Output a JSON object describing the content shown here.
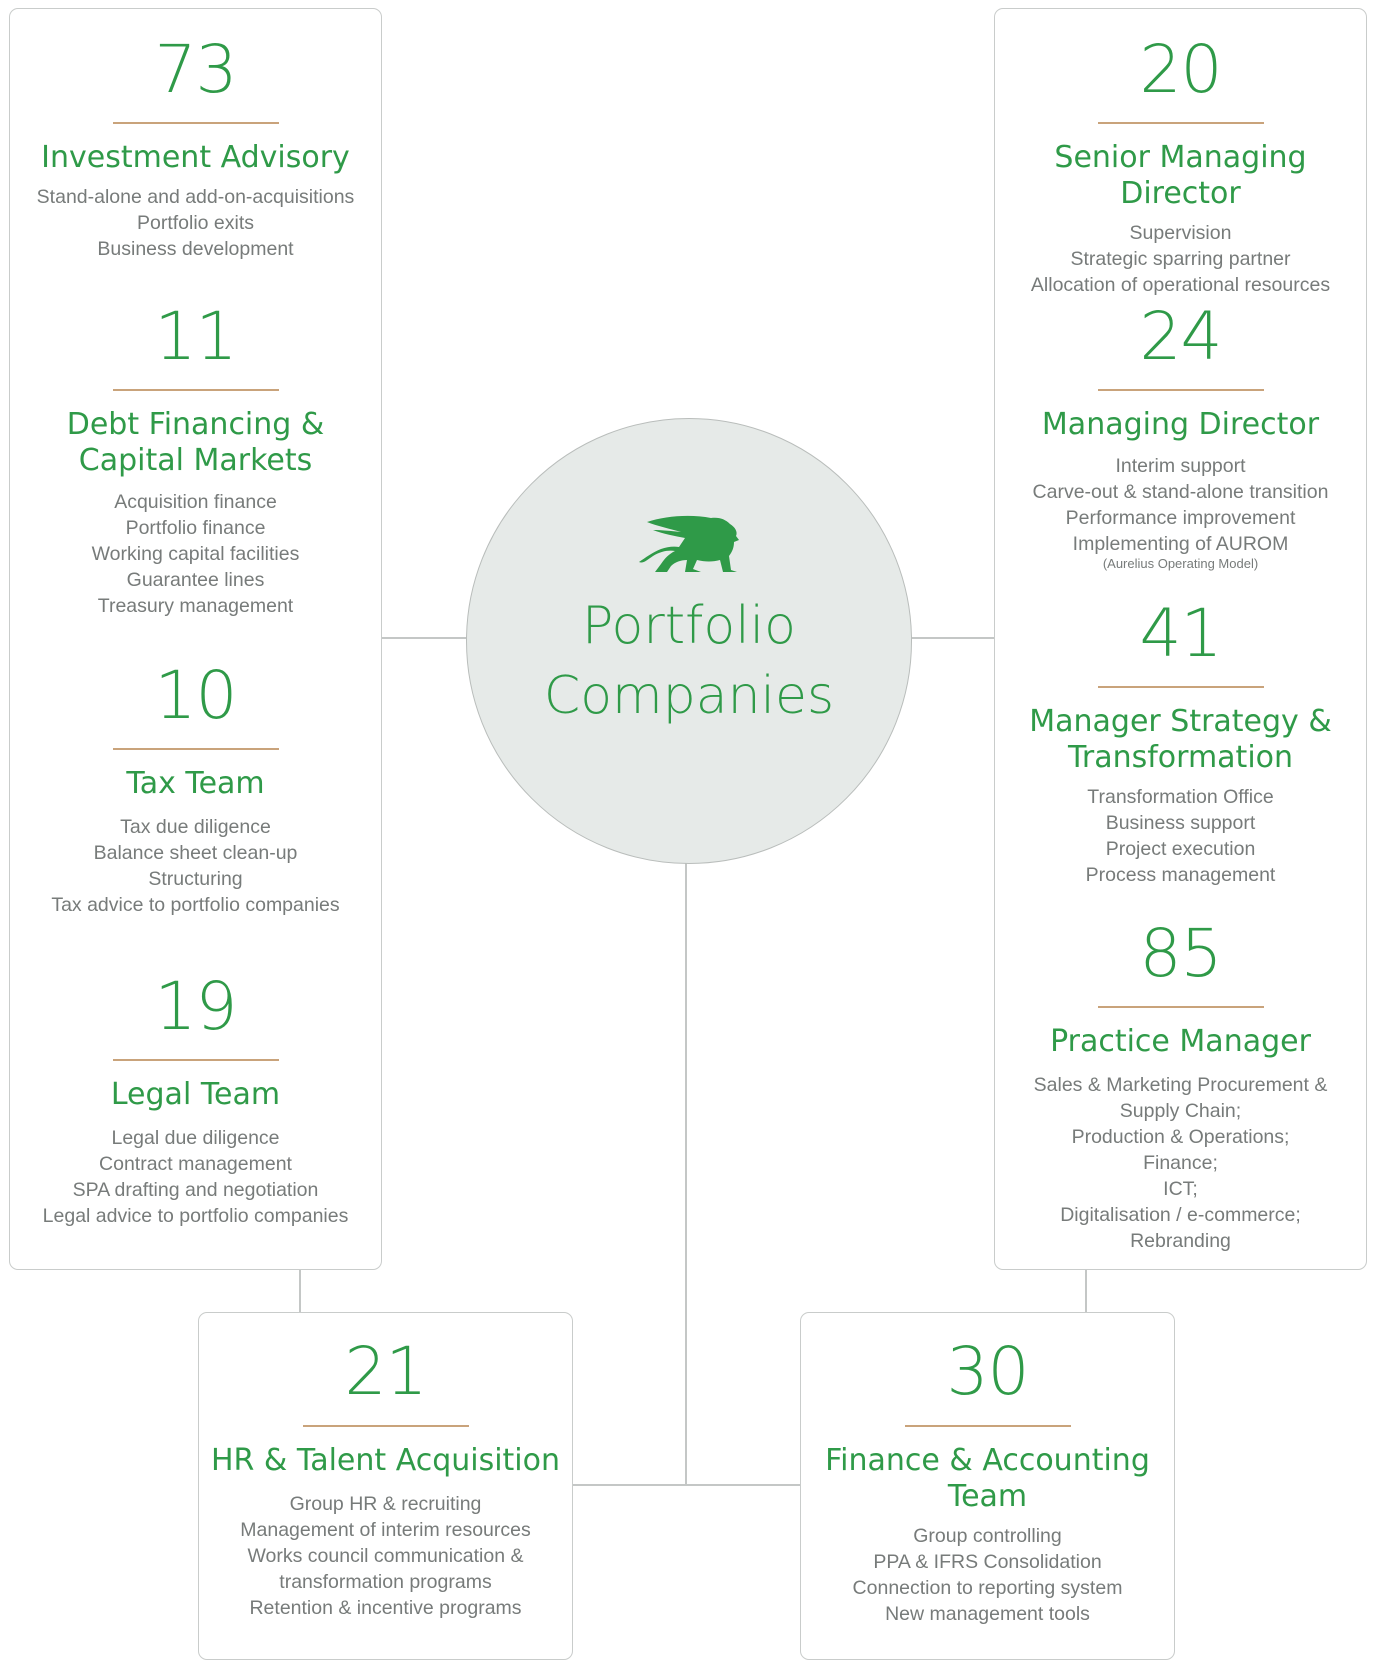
{
  "center": {
    "label_line1": "Portfolio",
    "label_line2": "Companies",
    "logo_icon": "winged-lion-icon"
  },
  "left_box": [
    {
      "number": "73",
      "title": [
        "Investment Advisory"
      ],
      "items": [
        "Stand-alone and add-on-acquisitions",
        "Portfolio exits",
        "Business development"
      ]
    },
    {
      "number": "11",
      "title": [
        "Debt Financing &",
        "Capital Markets"
      ],
      "items": [
        "Acquisition finance",
        "Portfolio finance",
        "Working capital facilities",
        "Guarantee lines",
        "Treasury management"
      ]
    },
    {
      "number": "10",
      "title": [
        "Tax Team"
      ],
      "items": [
        "Tax due diligence",
        "Balance sheet clean-up",
        "Structuring",
        "Tax advice to portfolio companies"
      ]
    },
    {
      "number": "19",
      "title": [
        "Legal Team"
      ],
      "items": [
        "Legal due diligence",
        "Contract management",
        "SPA drafting and negotiation",
        "Legal advice to portfolio companies"
      ]
    }
  ],
  "right_box": [
    {
      "number": "20",
      "title": [
        "Senior Managing Director"
      ],
      "items": [
        "Supervision",
        "Strategic sparring partner",
        "Allocation of operational resources"
      ]
    },
    {
      "number": "24",
      "title": [
        "Managing Director"
      ],
      "items": [
        "Interim support",
        "Carve-out & stand-alone transition",
        "Performance improvement",
        "Implementing of AUROM"
      ],
      "note": "(Aurelius Operating Model)"
    },
    {
      "number": "41",
      "title": [
        "Manager Strategy &",
        "Transformation"
      ],
      "items": [
        "Transformation Office",
        "Business support",
        "Project execution",
        "Process management"
      ]
    },
    {
      "number": "85",
      "title": [
        "Practice Manager"
      ],
      "items": [
        "Sales & Marketing Procurement &",
        "Supply Chain;",
        "Production & Operations;",
        "Finance;",
        "ICT;",
        "Digitalisation / e-commerce;",
        "Rebranding"
      ]
    }
  ],
  "bottom_left_box": {
    "number": "21",
    "title": [
      "HR & Talent Acquisition"
    ],
    "items": [
      "Group HR & recruiting",
      "Management of interim resources",
      "Works council communication &",
      "transformation programs",
      "Retention & incentive programs"
    ]
  },
  "bottom_right_box": {
    "number": "30",
    "title": [
      "Finance & Accounting",
      "Team"
    ],
    "items": [
      "Group controlling",
      "PPA & IFRS Consolidation",
      "Connection to reporting system",
      "New management tools"
    ]
  },
  "colors": {
    "accent_green": "#2f9a48",
    "rule_tan": "#c9a37b",
    "text_gray": "#777b7a",
    "circle_fill": "#e6eae8",
    "connector_gray": "#c4c7c6"
  }
}
